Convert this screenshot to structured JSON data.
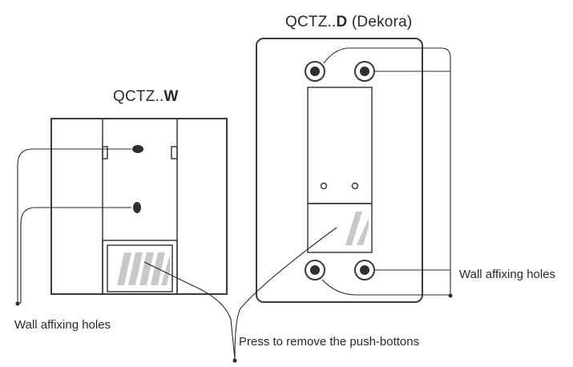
{
  "left_unit": {
    "title_prefix": "QCTZ..",
    "title_bold": "W"
  },
  "right_unit": {
    "title_prefix": "QCTZ..",
    "title_bold": "D",
    "title_suffix": " (Dekora)"
  },
  "annotations": {
    "wall_holes_left": "Wall affixing holes",
    "wall_holes_right": "Wall affixing holes",
    "press_note": "Press to remove the push-bottons"
  },
  "colors": {
    "line": "#3a3a3a",
    "hatch": "#c8c8c8",
    "text": "#2a2a2a"
  }
}
